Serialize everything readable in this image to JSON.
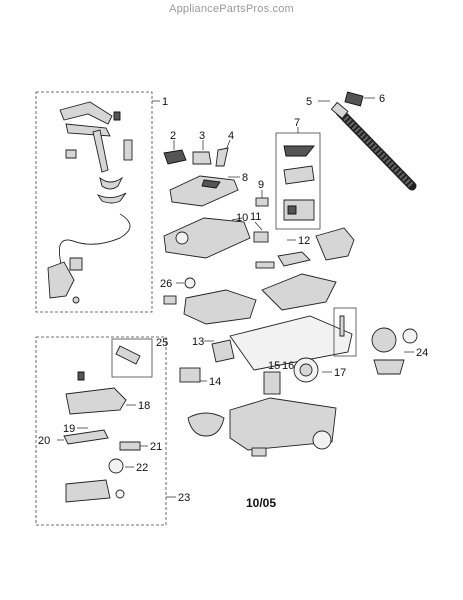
{
  "watermark": "AppliancePartsPros.com",
  "date_code": "10/05",
  "callouts": [
    "1",
    "2",
    "3",
    "4",
    "5",
    "6",
    "7",
    "8",
    "9",
    "10",
    "11",
    "12",
    "13",
    "14",
    "15",
    "16",
    "17",
    "18",
    "19",
    "20",
    "21",
    "22",
    "23",
    "24",
    "25",
    "26"
  ]
}
